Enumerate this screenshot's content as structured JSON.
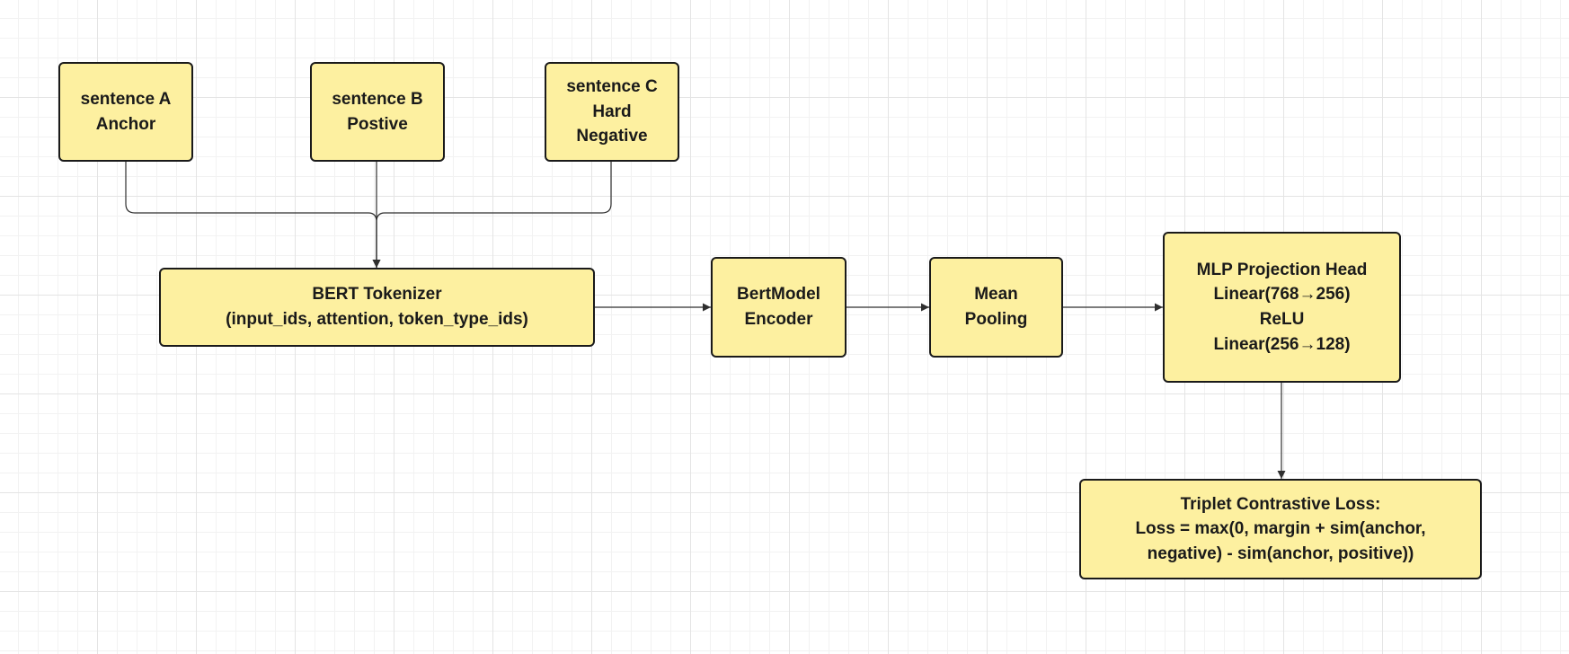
{
  "colors": {
    "node_fill": "#fdf0a0",
    "node_border": "#1a1a1a",
    "edge": "#2f2f2f",
    "text": "#1a1a1a"
  },
  "nodes": {
    "sentence_a": {
      "lines": [
        "sentence A",
        "Anchor"
      ]
    },
    "sentence_b": {
      "lines": [
        "sentence B",
        "Postive"
      ]
    },
    "sentence_c": {
      "lines": [
        "sentence C",
        "Hard",
        "Negative"
      ]
    },
    "tokenizer": {
      "lines": [
        "BERT Tokenizer",
        "(input_ids, attention, token_type_ids)"
      ]
    },
    "encoder": {
      "lines": [
        "BertModel",
        "Encoder"
      ]
    },
    "pooling": {
      "lines": [
        "Mean",
        "Pooling"
      ]
    },
    "mlp": {
      "lines": [
        "MLP Projection Head",
        "Linear(768→256)",
        "ReLU",
        "Linear(256→128)"
      ]
    },
    "loss": {
      "lines": [
        "Triplet Contrastive Loss:",
        "Loss = max(0, margin + sim(anchor,",
        "negative) - sim(anchor, positive))"
      ]
    }
  },
  "edges": [
    {
      "from": "sentence_a",
      "to": "tokenizer"
    },
    {
      "from": "sentence_b",
      "to": "tokenizer"
    },
    {
      "from": "sentence_c",
      "to": "tokenizer"
    },
    {
      "from": "tokenizer",
      "to": "encoder"
    },
    {
      "from": "encoder",
      "to": "pooling"
    },
    {
      "from": "pooling",
      "to": "mlp"
    },
    {
      "from": "mlp",
      "to": "loss"
    }
  ]
}
